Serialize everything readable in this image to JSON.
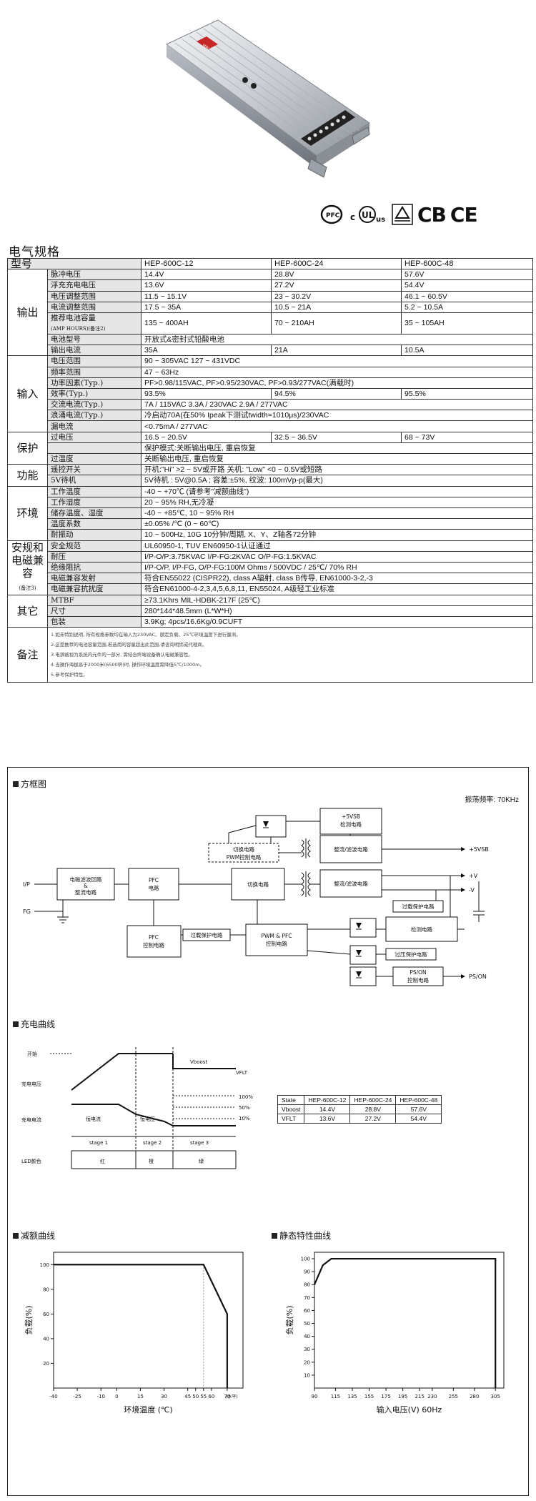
{
  "certs": {
    "pfc": "PFC",
    "ul": "us",
    "cb": "CB",
    "ce": "CE"
  },
  "spec": {
    "title": "电气规格",
    "header": {
      "model": "型号",
      "models": [
        "HEP-600C-12",
        "HEP-600C-24",
        "HEP-600C-48"
      ]
    },
    "output": {
      "group": "输出",
      "rows": [
        {
          "item": "脉冲电压",
          "v": [
            "14.4V",
            "28.8V",
            "57.6V"
          ]
        },
        {
          "item": "浮充充电电压",
          "v": [
            "13.6V",
            "27.2V",
            "54.4V"
          ]
        },
        {
          "item": "电压调整范围",
          "v": [
            "11.5 ~ 15.1V",
            "23 ~ 30.2V",
            "46.1 ~ 60.5V"
          ]
        },
        {
          "item": "电流调整范围",
          "v": [
            "17.5 ~ 35A",
            "10.5 ~ 21A",
            "5.2 ~ 10.5A"
          ]
        },
        {
          "item": "推荐电池容量",
          "sub": "(AMP HOURS)(备注2)",
          "v": [
            "135 ~ 400AH",
            "70 ~ 210AH",
            "35 ~ 105AH"
          ]
        },
        {
          "item": "电池型号",
          "span": "开放式&密封式铅酸电池"
        },
        {
          "item": "输出电流",
          "v": [
            "35A",
            "21A",
            "10.5A"
          ]
        }
      ]
    },
    "input": {
      "group": "输入",
      "rows": [
        {
          "item": "电压范围",
          "span": "90 ~ 305VAC       127 ~ 431VDC"
        },
        {
          "item": "频率范围",
          "span": "47 ~ 63Hz"
        },
        {
          "item": "功率因素(Typ.)",
          "span": "PF>0.98/115VAC, PF>0.95/230VAC, PF>0.93/277VAC(满载时)"
        },
        {
          "item": "效率(Typ.)",
          "v": [
            "93.5%",
            "94.5%",
            "95.5%"
          ]
        },
        {
          "item": "交流电流(Typ.)",
          "span": "7A / 115VAC          3.3A / 230VAC          2.9A / 277VAC"
        },
        {
          "item": "浪涌电流(Typ.)",
          "span": "冷启动70A(在50% Ipeak下测试twidth=1010μs)/230VAC"
        },
        {
          "item": "漏电流",
          "span": "<0.75mA / 277VAC"
        }
      ]
    },
    "protection": {
      "group": "保护",
      "rows": [
        {
          "item": "过电压",
          "v": [
            "16.5 ~ 20.5V",
            "32.5 ~ 36.5V",
            "68 ~ 73V"
          ]
        },
        {
          "item": "",
          "span": "保护模式:关断输出电压, 重启恢复"
        },
        {
          "item": "过温度",
          "span": "关断输出电压, 重启恢复"
        }
      ]
    },
    "function": {
      "group": "功能",
      "rows": [
        {
          "item": "遥控开关",
          "span": "开机:\"Hi\" >2 ~ 5V或开路     关机: \"Low\" <0 ~ 0.5V或短路"
        },
        {
          "item": "5V待机",
          "span": "5V待机 : 5V@0.5A ; 容差:±5%, 纹波: 100mVp-p(最大)"
        }
      ]
    },
    "environment": {
      "group": "环境",
      "rows": [
        {
          "item": "工作温度",
          "span": "-40 ~ +70℃ (请参考\"减额曲线\")"
        },
        {
          "item": "工作湿度",
          "span": "20 ~ 95% RH,无冷凝"
        },
        {
          "item": "储存温度、湿度",
          "span": "-40 ~ +85℃, 10 ~ 95% RH"
        },
        {
          "item": "温度系数",
          "span": "±0.05% /℃ (0 ~ 60℃)"
        },
        {
          "item": "耐振动",
          "span": "10 ~ 500Hz, 10G 10分钟/周期, X、Y、Z轴各72分钟"
        }
      ]
    },
    "safety": {
      "group": "安规和电磁兼容",
      "sub": "(备注3)",
      "rows": [
        {
          "item": "安全规范",
          "span": "UL60950-1, TUV EN60950-1认证通过"
        },
        {
          "item": "耐压",
          "span": "I/P-O/P:3.75KVAC    I/P-FG:2KVAC    O/P-FG:1.5KVAC"
        },
        {
          "item": "绝缘阻抗",
          "span": "I/P-O/P, I/P-FG, O/P-FG:100M Ohms / 500VDC / 25℃/ 70% RH"
        },
        {
          "item": "电磁兼容发射",
          "span": "符合EN55022 (CISPR22), class A辐射, class B传导, EN61000-3-2,-3"
        },
        {
          "item": "电磁兼容抗扰度",
          "span": "符合EN61000-4-2,3,4,5,6,8,11, EN55024, A级轻工业标准"
        }
      ]
    },
    "others": {
      "group": "其它",
      "rows": [
        {
          "item": "MTBF",
          "span": "≥73.1Khrs        MIL-HDBK-217F (25℃)"
        },
        {
          "item": "尺寸",
          "span": "280*144*48.5mm (L*W*H)"
        },
        {
          "item": "包装",
          "span": "3.9Kg; 4pcs/16.6Kg/0.9CUFT"
        }
      ]
    },
    "notes": {
      "group": "备注",
      "lines": [
        "1.如未特别说明, 所有规格参数均在输入为230VAC、额定负载、25℃环境温度下进行量测。",
        "2.这是推荐的电池容量范围,若选用的容量超出此范围,请咨询明纬或代理商。",
        "3.电源被视为系统内元件的一部分, 需结合终端设备确认电磁兼容性。",
        "4.当操作海拔高于2000米(6500呎)时, 操作环境温度需降低5℃/1000m。",
        "5.参考保护特性。"
      ]
    }
  },
  "diagram": {
    "block_title": "方框图",
    "freq": "振荡频率: 70KHz",
    "blocks": {
      "emi": [
        "电磁滤波回路",
        "&",
        "整流电路"
      ],
      "pfc": [
        "PFC",
        "电路"
      ],
      "pfc_ctrl": [
        "PFC",
        "控制电路"
      ],
      "switch": "切换电路",
      "pwm_ctrl": [
        "PWM & PFC",
        "控制电路"
      ],
      "rect1": "整流/滤波电路",
      "rect2": "整流/滤波电路",
      "sb5v": [
        "+5VSB",
        "检测电路"
      ],
      "switch_sb": "切换电路",
      "pwm_sb": "PWM控制电路",
      "detect": "检测电路",
      "ocp_top": "过载保护电路",
      "ocp_left": "过载保护电路",
      "ovp": "过压保护电路",
      "pson": [
        "PS/ON",
        "控制电路"
      ]
    },
    "labels": {
      "ip": "I/P",
      "fg": "FG",
      "vsb": "+5VSB",
      "vplus": "+V",
      "vminus": "-V",
      "pson": "PS/ON"
    }
  },
  "charge": {
    "title": "充电曲线",
    "labels": {
      "start": "开始",
      "voltage": "充电电压",
      "current": "充电电流",
      "vboost": "Vboost",
      "vflt": "VFLT",
      "p100": "100%",
      "p50": "50%",
      "p10": "10%",
      "cc": "恒电流",
      "cv": "恒电压",
      "stage1": "stage 1",
      "stage2": "stage 2",
      "stage3": "stage 3",
      "led": "LED颜色",
      "red": "红",
      "orange": "橙",
      "green": "绿"
    },
    "table": {
      "header": [
        "State",
        "HEP-600C-12",
        "HEP-600C-24",
        "HEP-600C-48"
      ],
      "rows": [
        [
          "Vboost",
          "14.4V",
          "28.8V",
          "57.6V"
        ],
        [
          "VFLT",
          "13.6V",
          "27.2V",
          "54.4V"
        ]
      ]
    }
  },
  "derating_title": "减额曲线",
  "static_title": "静态特性曲线",
  "chart_data": [
    {
      "type": "line",
      "x": [
        -40,
        55,
        70,
        70
      ],
      "y": [
        100,
        100,
        60,
        0
      ],
      "xticks": [
        -40,
        -25,
        -10,
        0,
        15,
        30,
        45,
        50,
        55,
        60,
        70
      ],
      "yticks": [
        20,
        40,
        60,
        80,
        100
      ],
      "xlim": [
        -40,
        80
      ],
      "ylim": [
        0,
        110
      ],
      "xlabel": "环境温度 (℃)",
      "ylabel": "负载(%)",
      "xunit": "(水平)"
    },
    {
      "type": "line",
      "x": [
        90,
        100,
        110,
        305,
        305
      ],
      "y": [
        80,
        95,
        100,
        100,
        0
      ],
      "xticks": [
        90,
        115,
        135,
        155,
        175,
        195,
        215,
        230,
        255,
        280,
        305
      ],
      "yticks": [
        10,
        20,
        30,
        40,
        50,
        60,
        70,
        80,
        90,
        100
      ],
      "xlim": [
        90,
        315
      ],
      "ylim": [
        0,
        105
      ],
      "xlabel": "输入电压(V) 60Hz",
      "ylabel": "负载(%)"
    }
  ]
}
